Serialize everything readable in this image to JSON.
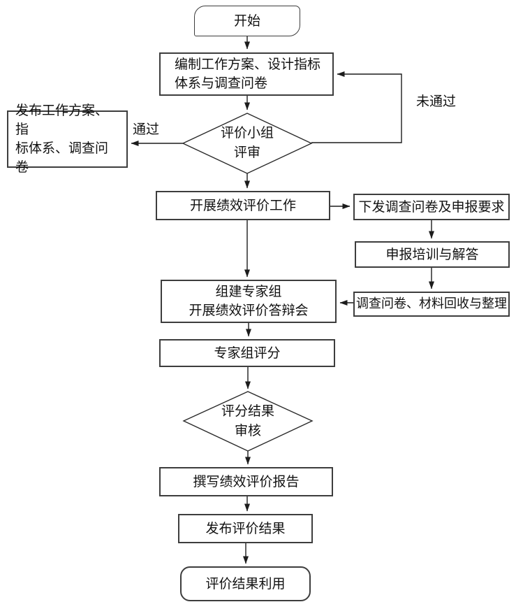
{
  "flowchart": {
    "nodes": {
      "start": "开始",
      "compile_plan": "编制工作方案、设计指标\n体系与调查问卷",
      "publish_plan": "发布工作方案、指\n标体系、调查问卷",
      "group_review": "评价小组\n评审",
      "conduct_evaluation": "开展绩效评价工作",
      "send_questionnaire": "下发调查问卷及申报要求",
      "training_answers": "申报培训与解答",
      "collect_materials": "调查问卷、材料回收与整理",
      "expert_panel": "组建专家组\n开展绩效评价答辩会",
      "expert_scoring": "专家组评分",
      "score_review": "评分结果\n审核",
      "write_report": "撰写绩效评价报告",
      "publish_results": "发布评价结果",
      "use_results": "评价结果利用"
    },
    "edge_labels": {
      "pass": "通过",
      "fail": "未通过"
    },
    "colors": {
      "line": "#1c1c1c",
      "box_border": "#3d3d3d",
      "background": "#ffffff",
      "text": "#111111"
    }
  }
}
